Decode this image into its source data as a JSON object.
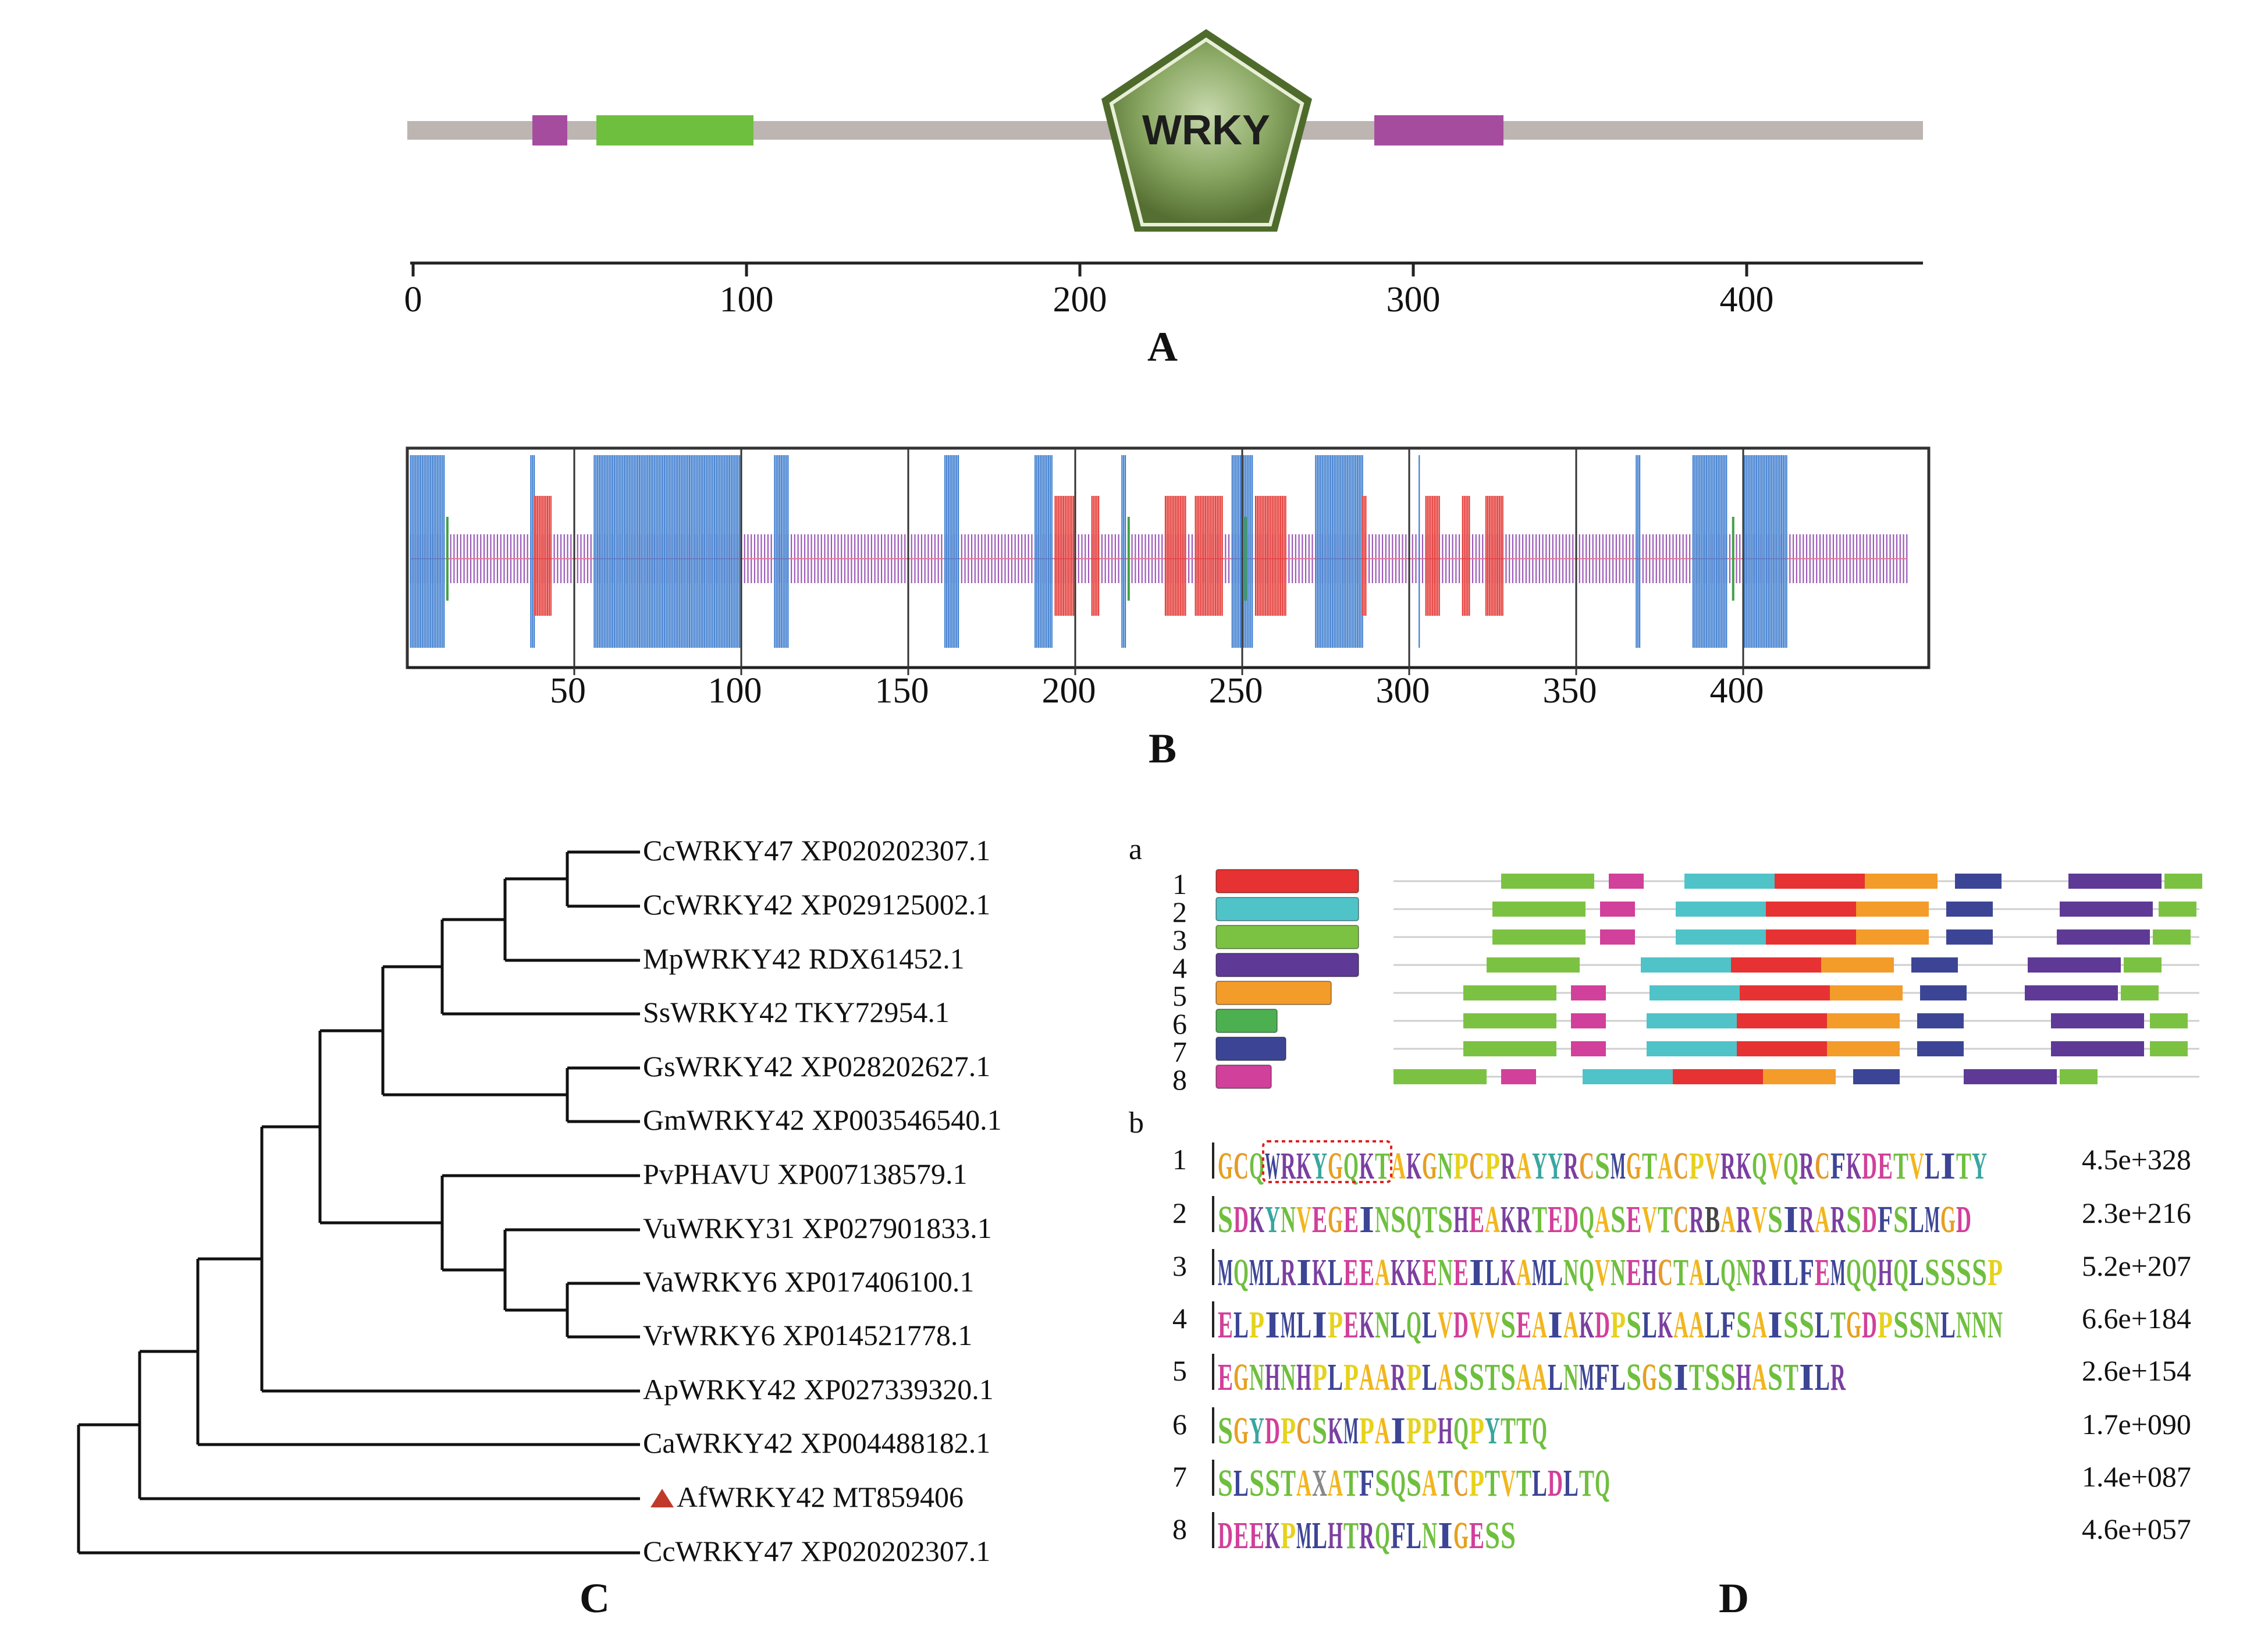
{
  "panels": {
    "A": {
      "label": "A",
      "domain_text": "WRKY",
      "axis_ticks": [
        "0",
        "100",
        "200",
        "300",
        "400"
      ]
    },
    "B": {
      "label": "B",
      "axis_ticks": [
        "50",
        "100",
        "150",
        "200",
        "250",
        "300",
        "350",
        "400"
      ]
    },
    "C": {
      "label": "C",
      "leaves": [
        "CcWRKY47 XP020202307.1",
        "CcWRKY42 XP029125002.1",
        "MpWRKY42 RDX61452.1",
        "SsWRKY42 TKY72954.1",
        "GsWRKY42 XP028202627.1",
        "GmWRKY42 XP003546540.1",
        "PvPHAVU XP007138579.1",
        "VuWRKY31 XP027901833.1",
        "VaWRKY6 XP017406100.1",
        "VrWRKY6 XP014521778.1",
        "ApWRKY42 XP027339320.1",
        "CaWRKY42 XP004488182.1",
        "AfWRKY42 MT859406",
        "CcWRKY47 XP020202307.1"
      ],
      "highlight_leaf": 12,
      "highlight_color": "#c0392b"
    },
    "D": {
      "label": "D",
      "sub_a": "a",
      "sub_b": "b",
      "motif_numbers": [
        "1",
        "2",
        "3",
        "4",
        "5",
        "6",
        "7",
        "8"
      ],
      "motif_colors": [
        "#e63232",
        "#4fc3c8",
        "#7cc242",
        "#5e3a96",
        "#f39c2a",
        "#4caf50",
        "#3c4595",
        "#d1409a"
      ],
      "sequences": [
        "GCQWRKYGQKTAKGNPCPRAYYRCSMGTACPVRKQVQRCFKDETVLITY",
        "SDKYNVEGEINSQTSHEAKRTEDQASEVTCRBARVSIRARSDFSLMGD",
        "MQMLRIKLEEAKKENEILKAMLNQVNEHCTALQNRILFEMQQHQLSSSSP",
        "ELPIMLIPEKNLQLVDVVSEAIAKDPSLKAALFSAISSLTGDPSSNLNNN",
        "EGNHNHPLPAARPLASSTSAALNMFLSGSITSSHASTILR",
        "SGYDPCSKMPAIPPHQPYTTQ",
        "SLSSTAXATFSQSATCPTVTLDLTQ",
        "DEEKPMLHTRQFLNIGESS"
      ],
      "evalues": [
        "4.5e+328",
        "2.3e+216",
        "5.2e+207",
        "6.6e+184",
        "2.6e+154",
        "1.7e+090",
        "1.4e+087",
        "4.6e+057"
      ]
    }
  }
}
